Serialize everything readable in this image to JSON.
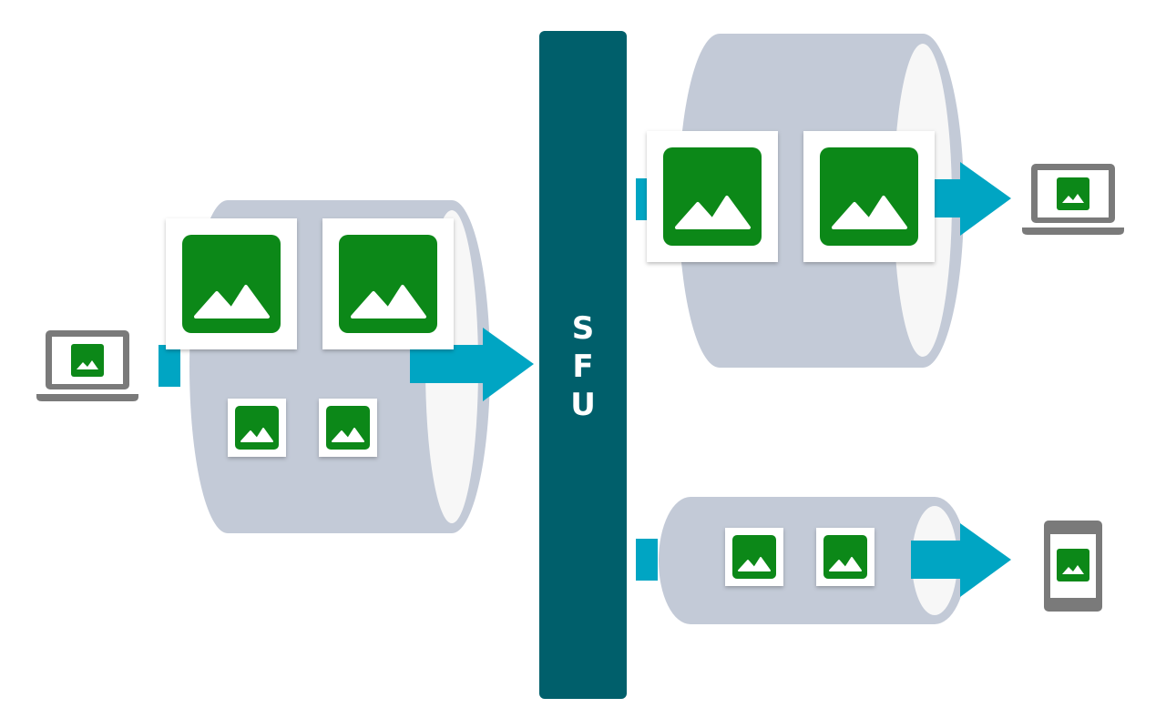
{
  "diagram": {
    "server": {
      "label_letters": [
        "S",
        "F",
        "U"
      ]
    },
    "sender": {
      "device": "laptop-icon"
    },
    "receivers": [
      {
        "device": "laptop-icon"
      },
      {
        "device": "phone-icon"
      }
    ],
    "icons": {
      "media": "image-icon",
      "flow": "arrow-icon"
    },
    "colors": {
      "server": "#005f6b",
      "arrow": "#00a5c3",
      "pipe": "#c3cad7",
      "pipe_inner": "#f7f7f7",
      "media_tile": "#0c8818",
      "device": "#7a7a7a"
    }
  }
}
